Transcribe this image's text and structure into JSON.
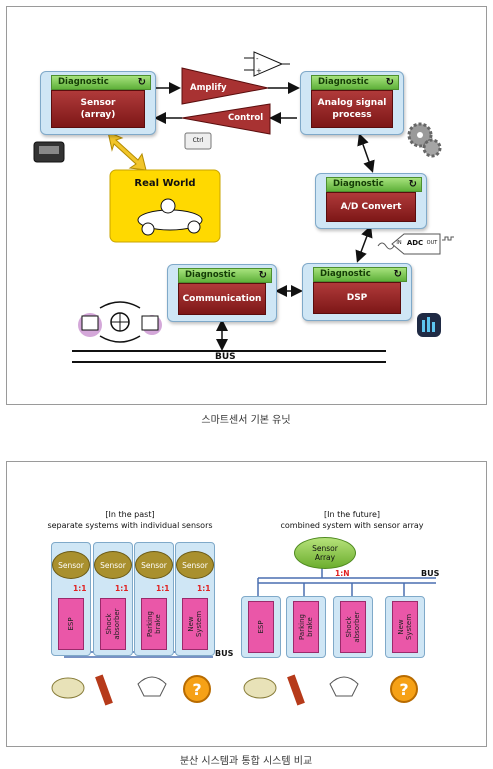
{
  "top": {
    "modules": {
      "sensor": {
        "diag": "Diagnostic",
        "title": "Sensor\n(array)"
      },
      "analog": {
        "diag": "Diagnostic",
        "title": "Analog signal\nprocess"
      },
      "ad": {
        "diag": "Diagnostic",
        "title": "A/D Convert"
      },
      "comm": {
        "diag": "Diagnostic",
        "title": "Communication"
      },
      "dsp": {
        "diag": "Diagnostic",
        "title": "DSP"
      }
    },
    "amplify": "Amplify",
    "control": "Control",
    "real_world": "Real World",
    "ctrl_key": "Ctrl",
    "adc_in": "IN",
    "adc": "ADC",
    "adc_out": "OUT",
    "bus": "BUS",
    "caption": "스마트센서 기본 유닛"
  },
  "bottom": {
    "past_title": "[In the past]\nseparate systems with individual sensors",
    "future_title": "[In the future]\ncombined system with sensor array",
    "sensor": "Sensor",
    "ratio": "1:1",
    "ratio_n": "1:N",
    "sensor_array": "Sensor\nArray",
    "bus": "BUS",
    "past_systems": [
      "ESP",
      "Shock\nabsorber",
      "Parking\nbrake",
      "New\nSystem"
    ],
    "future_systems": [
      "ESP",
      "Parking\nbrake",
      "Shock\nabsorber",
      "New\nSystem"
    ],
    "question": "?",
    "caption": "분산 시스템과 통합 시스템 비교"
  }
}
